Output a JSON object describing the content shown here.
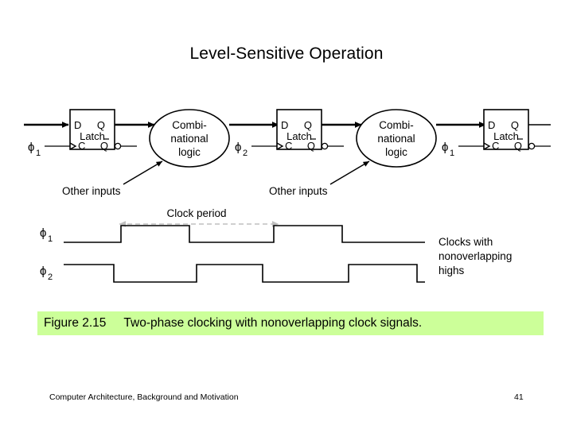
{
  "slide": {
    "title": "Level-Sensitive Operation",
    "background_color": "#ffffff"
  },
  "figure": {
    "name": "two-phase-level-sensitive-clocking-diagram",
    "datapath": {
      "blocks": [
        {
          "kind": "latch",
          "label": "Latch",
          "pin_d": "D",
          "pin_q": "Q",
          "pin_c": "C",
          "pin_qbar": "Q",
          "clock_label": "ϕ",
          "clock_subscript": "1"
        },
        {
          "kind": "combinational",
          "line1": "Combi-",
          "line2": "national",
          "line3": "logic",
          "other_inputs_label": "Other inputs"
        },
        {
          "kind": "latch",
          "label": "Latch",
          "pin_d": "D",
          "pin_q": "Q",
          "pin_c": "C",
          "pin_qbar": "Q",
          "clock_label": "ϕ",
          "clock_subscript": "2"
        },
        {
          "kind": "combinational",
          "line1": "Combi-",
          "line2": "national",
          "line3": "logic",
          "other_inputs_label": "Other inputs"
        },
        {
          "kind": "latch",
          "label": "Latch",
          "pin_d": "D",
          "pin_q": "Q",
          "pin_c": "C",
          "pin_qbar": "Q",
          "clock_label": "ϕ",
          "clock_subscript": "1"
        }
      ]
    },
    "timing": {
      "clock_period_label": "Clock period",
      "annotation_line1": "Clocks with",
      "annotation_line2": "nonoverlapping",
      "annotation_line3": "highs",
      "waveforms": [
        {
          "name": "phi1",
          "label": "ϕ",
          "subscript": "1",
          "initial_level": "low",
          "transitions_x": [
            152,
            238,
            344,
            430
          ]
        },
        {
          "name": "phi2",
          "label": "ϕ",
          "subscript": "2",
          "initial_level": "high",
          "transitions_x": [
            143,
            247,
            330,
            438
          ]
        }
      ]
    },
    "colors": {
      "line": "#000000",
      "dashed_arrow": "#b3b3b3"
    }
  },
  "caption": {
    "label": "Figure 2.15",
    "text": "Two-phase clocking with nonoverlapping clock signals.",
    "background_color": "#ccff99"
  },
  "footer": {
    "left": "Computer Architecture, Background and Motivation",
    "page": "41"
  }
}
